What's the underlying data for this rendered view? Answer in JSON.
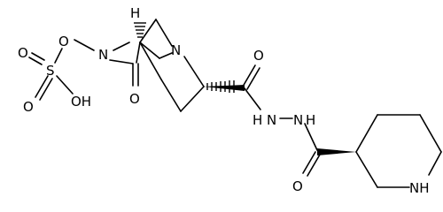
{
  "molecule": {
    "atoms": [
      {
        "id": "a_h",
        "label": "H"
      },
      {
        "id": "a_o_link",
        "label": "O"
      },
      {
        "id": "a_n_amide",
        "label": "N"
      },
      {
        "id": "a_n_bridge",
        "label": "N"
      },
      {
        "id": "a_o_ketone",
        "label": "O"
      },
      {
        "id": "a_o_s1",
        "label": "O"
      },
      {
        "id": "a_s",
        "label": "S"
      },
      {
        "id": "a_o_s2",
        "label": "O"
      },
      {
        "id": "a_oh",
        "label": "OH"
      },
      {
        "id": "a_o_amide1",
        "label": "O"
      },
      {
        "id": "a_nh1",
        "label": "H"
      },
      {
        "id": "a_n1",
        "label": "N"
      },
      {
        "id": "a_nh2",
        "label": "N"
      },
      {
        "id": "a_h2",
        "label": "H"
      },
      {
        "id": "a_o_amide2",
        "label": "O"
      },
      {
        "id": "a_nh_pip",
        "label": "NH"
      }
    ]
  }
}
